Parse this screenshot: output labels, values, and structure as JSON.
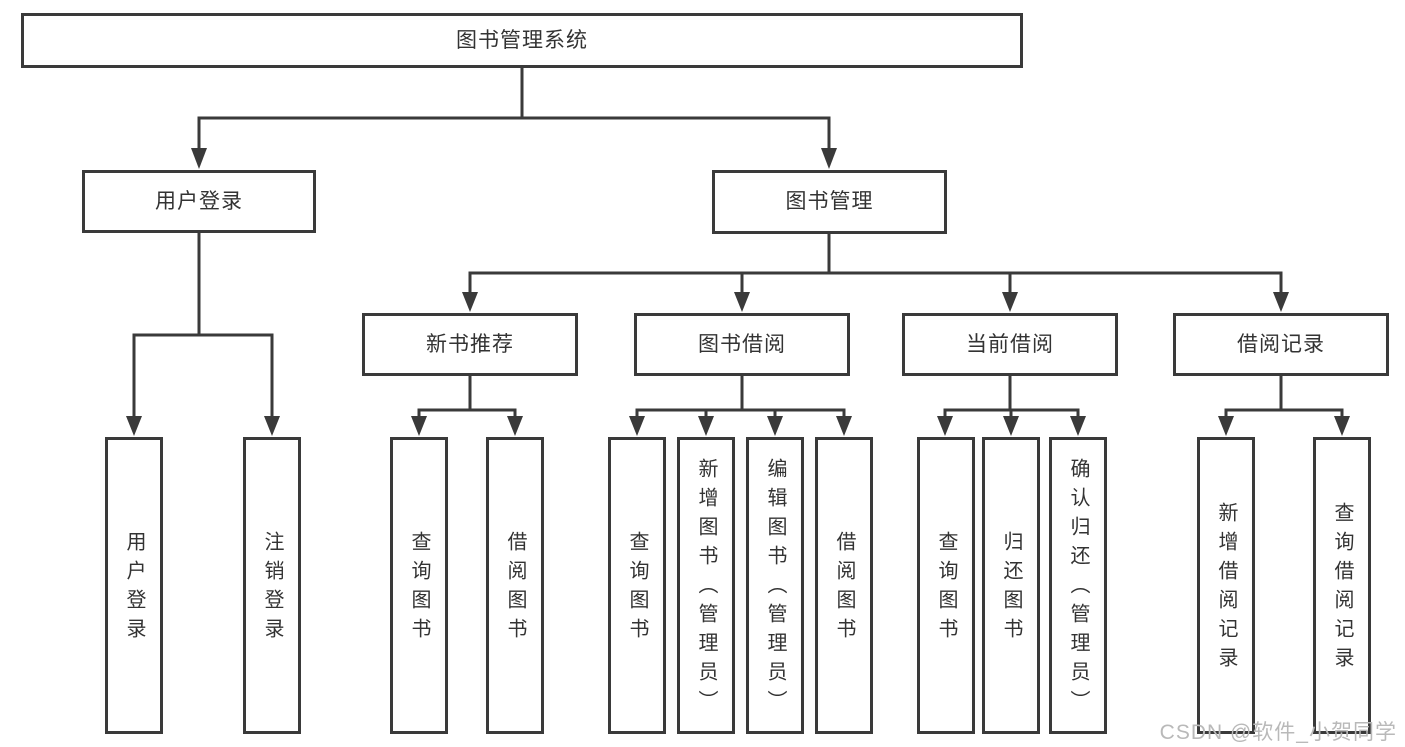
{
  "diagram": {
    "root": {
      "label": "图书管理系统"
    },
    "branches": [
      {
        "label": "用户登录",
        "children": [
          {
            "label": "用户登录"
          },
          {
            "label": "注销登录"
          }
        ]
      },
      {
        "label": "图书管理",
        "children": [
          {
            "label": "新书推荐",
            "children": [
              {
                "label": "查询图书"
              },
              {
                "label": "借阅图书"
              }
            ]
          },
          {
            "label": "图书借阅",
            "children": [
              {
                "label": "查询图书"
              },
              {
                "label": "新增图书（管理员）"
              },
              {
                "label": "编辑图书（管理员）"
              },
              {
                "label": "借阅图书"
              }
            ]
          },
          {
            "label": "当前借阅",
            "children": [
              {
                "label": "查询图书"
              },
              {
                "label": "归还图书"
              },
              {
                "label": "确认归还（管理员）"
              }
            ]
          },
          {
            "label": "借阅记录",
            "children": [
              {
                "label": "新增借阅记录"
              },
              {
                "label": "查询借阅记录"
              }
            ]
          }
        ]
      }
    ]
  },
  "watermark": {
    "text": "CSDN @软件_小贺同学"
  },
  "colors": {
    "line": "#3a3a3a",
    "box_border": "#3a3a3a",
    "text": "#333333",
    "watermark": "#b9b9b9",
    "background": "#ffffff"
  }
}
